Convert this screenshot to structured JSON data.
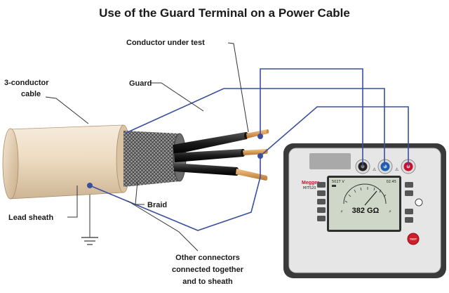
{
  "title": "Use of the Guard Terminal on a Power Cable",
  "labels": {
    "conductor_under_test": "Conductor under test",
    "guard": "Guard",
    "cable_line1": "3-conductor",
    "cable_line2": "cable",
    "lead_sheath": "Lead sheath",
    "braid": "Braid",
    "other_line1": "Other connectors",
    "other_line2": "connected together",
    "other_line3": "and to sheath"
  },
  "instrument": {
    "brand": "Megger",
    "model": "MIT520",
    "voltage": "5027 V",
    "time": "02:45",
    "reading": "382 GΩ",
    "test_button": "TEST",
    "terminal_icons": [
      "negative-terminal-icon",
      "guard-terminal-icon",
      "positive-terminal-icon"
    ]
  },
  "colors": {
    "wire": "#3a4fa0",
    "terminal_negative": "#222222",
    "terminal_guard": "#1f5fb0",
    "terminal_positive": "#c8102e",
    "cable_sheath": "#eedcc2",
    "instrument_body": "#3a3a3a",
    "display": "#cfd8c8"
  }
}
